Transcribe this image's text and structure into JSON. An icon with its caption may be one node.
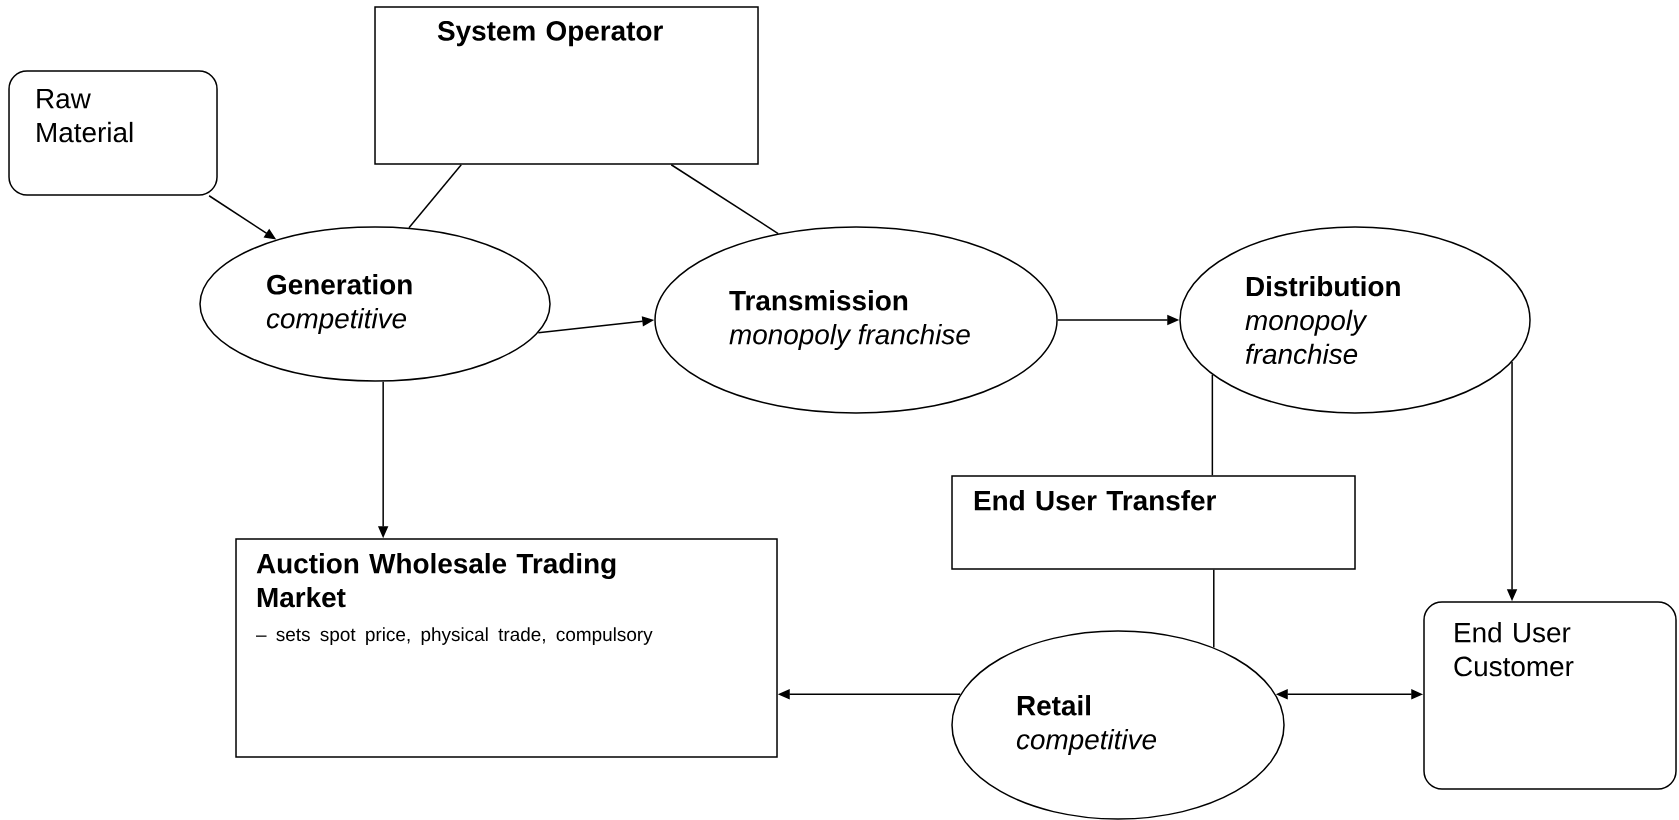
{
  "diagram": {
    "nodes": [
      {
        "text": [
          "System Operator"
        ]
      },
      {
        "text": [
          "Raw Material"
        ]
      },
      {
        "text": [
          "Generation",
          "competitive"
        ]
      },
      {
        "text": [
          "Transmission",
          "monopoly franchise"
        ]
      },
      {
        "text": [
          "Distribution",
          "monopoly franchise"
        ]
      },
      {
        "text": [
          "End User Transfer"
        ]
      },
      {
        "text": [
          "Auction Wholesale Trading Market",
          "– sets spot price, physical trade, compulsory"
        ]
      },
      {
        "text": [
          "Retail",
          "competitive"
        ]
      },
      {
        "text": [
          "End User Customer"
        ]
      }
    ],
    "edges": [
      {
        "from": 1,
        "to": 2,
        "arrow": "to"
      },
      {
        "from": 0,
        "to": 2,
        "arrow": "none"
      },
      {
        "from": 0,
        "to": 3,
        "arrow": "none"
      },
      {
        "from": 2,
        "to": 3,
        "arrow": "to"
      },
      {
        "from": 3,
        "to": 4,
        "arrow": "to"
      },
      {
        "from": 2,
        "to": 6,
        "arrow": "to"
      },
      {
        "from": 4,
        "to": 5,
        "arrow": "none"
      },
      {
        "from": 5,
        "to": 7,
        "arrow": "none"
      },
      {
        "from": 4,
        "to": 8,
        "arrow": "to"
      },
      {
        "from": 7,
        "to": 6,
        "arrow": "to"
      },
      {
        "from": 7,
        "to": 8,
        "arrow": "both"
      }
    ]
  }
}
